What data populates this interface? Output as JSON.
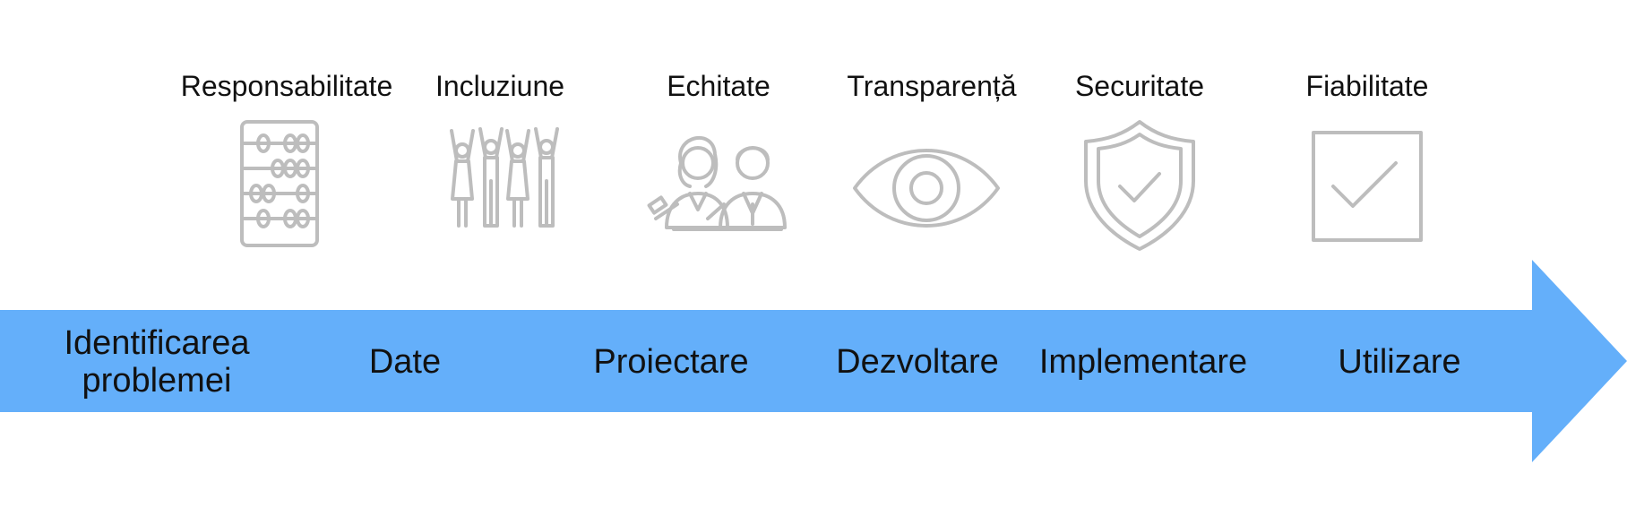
{
  "principles": [
    {
      "label": "Responsabilitate",
      "icon": "abacus-icon"
    },
    {
      "label": "Incluziune",
      "icon": "people-cheering-icon"
    },
    {
      "label": "Echitate",
      "icon": "judge-and-lawyer-icon"
    },
    {
      "label": "Transparență",
      "icon": "eye-icon"
    },
    {
      "label": "Securitate",
      "icon": "shield-check-icon"
    },
    {
      "label": "Fiabilitate",
      "icon": "checkbox-icon"
    }
  ],
  "stages": [
    {
      "line1": "Identificarea",
      "line2": "problemei"
    },
    {
      "line1": "Date",
      "line2": ""
    },
    {
      "line1": "Proiectare",
      "line2": ""
    },
    {
      "line1": "Dezvoltare",
      "line2": ""
    },
    {
      "line1": "Implementare",
      "line2": ""
    },
    {
      "line1": "Utilizare",
      "line2": ""
    }
  ],
  "colors": {
    "arrow": "#64affa",
    "icon_stroke": "#bdbdbd",
    "text": "#111111",
    "background": "#ffffff"
  }
}
